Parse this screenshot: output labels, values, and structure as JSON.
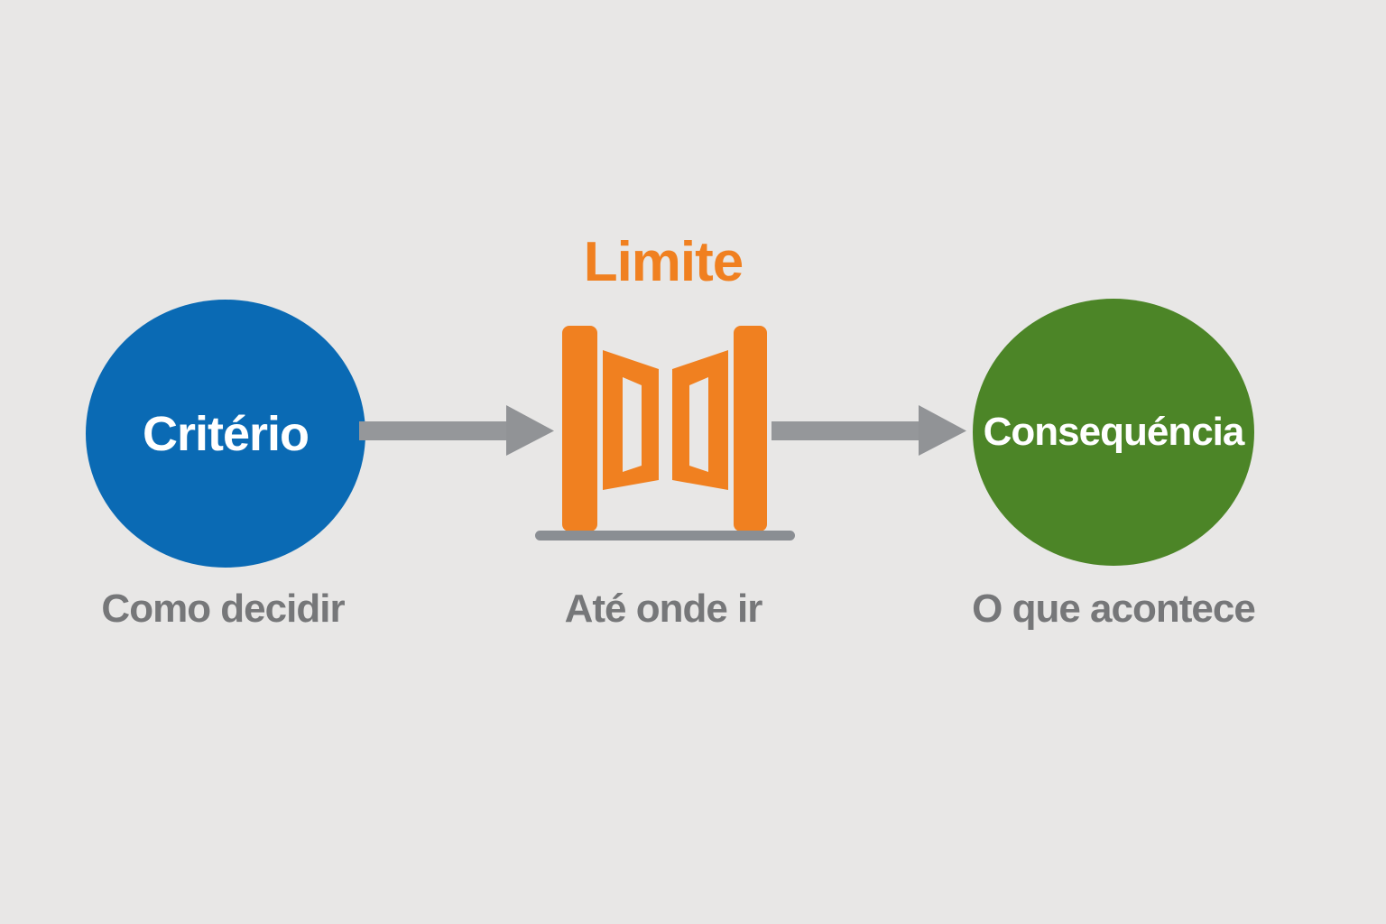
{
  "background": "#e8e7e6",
  "title": {
    "text": "Limite",
    "color": "#f08020"
  },
  "nodes": [
    {
      "id": "criterio",
      "label": "Critério",
      "sublabel": "Como decidir",
      "shape": "circle",
      "fill": "#0a6ab4",
      "label_color": "#ffffff"
    },
    {
      "id": "limite",
      "label": "Limite",
      "sublabel": "Até onde ir",
      "shape": "icon",
      "icon": "gate-icon",
      "color": "#f08020",
      "base_color": "#8a8e93"
    },
    {
      "id": "consequencia",
      "label": "Consequéncia",
      "sublabel": "O que acontece",
      "shape": "circle",
      "fill": "#4c8527",
      "label_color": "#ffffff"
    }
  ],
  "connectors": [
    {
      "from": "criterio",
      "to": "limite",
      "type": "arrow",
      "color": "#95979a"
    },
    {
      "from": "limite",
      "to": "consequencia",
      "type": "arrow",
      "color": "#95979a"
    }
  ],
  "sublabel_color": "#767779"
}
